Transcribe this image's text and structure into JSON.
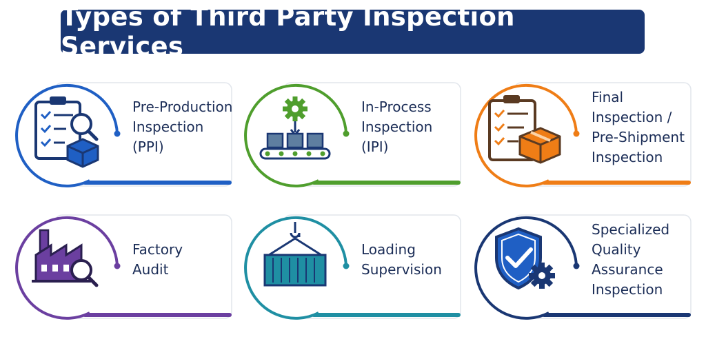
{
  "title": "Types of Third Party Inspection Services",
  "services": [
    {
      "label": "Pre-Production\n Inspection\n (PPI)",
      "color": "#1f5fc4",
      "icon": "clipboard-magnifier-box-icon"
    },
    {
      "label": "In-Process\nInspection\n(IPI)",
      "color": "#4f9e2d",
      "icon": "gear-conveyor-icon"
    },
    {
      "label": "Final Inspection /\nPre-Shipment\nInspection",
      "color": "#ef7d16",
      "icon": "clipboard-package-icon"
    },
    {
      "label": "Factory\nAudit",
      "color": "#6b3fa0",
      "icon": "factory-magnifier-icon"
    },
    {
      "label": "Loading\nSupervision",
      "color": "#1f8fa3",
      "icon": "crane-container-icon"
    },
    {
      "label": "Specialized\nQuality Assurance\nInspection",
      "color": "#1a3773",
      "icon": "shield-check-gear-icon"
    }
  ]
}
